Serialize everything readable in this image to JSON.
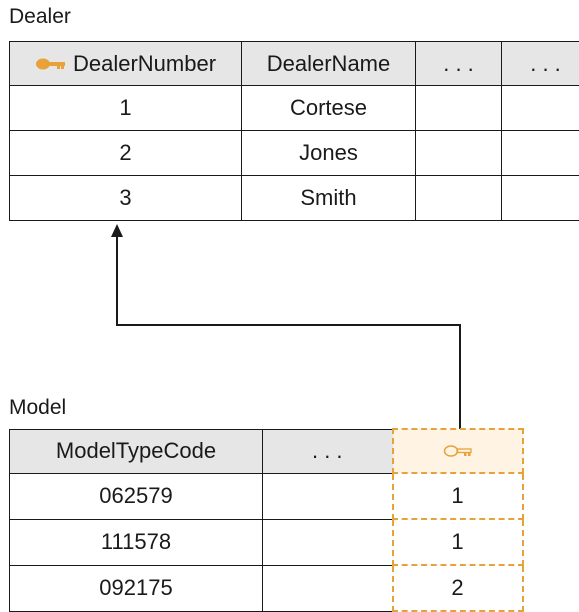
{
  "dealer": {
    "caption": "Dealer",
    "headers": [
      "DealerNumber",
      "DealerName",
      ". . .",
      ". . ."
    ],
    "rows": [
      [
        "1",
        "Cortese",
        "",
        ""
      ],
      [
        "2",
        "Jones",
        "",
        ""
      ],
      [
        "3",
        "Smith",
        "",
        ""
      ]
    ]
  },
  "model": {
    "caption": "Model",
    "headers": [
      "ModelTypeCode",
      ". . ."
    ],
    "rows": [
      [
        "062579",
        "",
        "1"
      ],
      [
        "111578",
        "",
        "1"
      ],
      [
        "092175",
        "",
        "2"
      ]
    ]
  },
  "icons": {
    "primary_key": "key-icon",
    "foreign_key": "key-icon"
  },
  "colors": {
    "key": "#e8a23a",
    "header_bg": "#e6e6e6",
    "fk_header_bg": "#fff3e3",
    "line": "#1a1a1a"
  }
}
